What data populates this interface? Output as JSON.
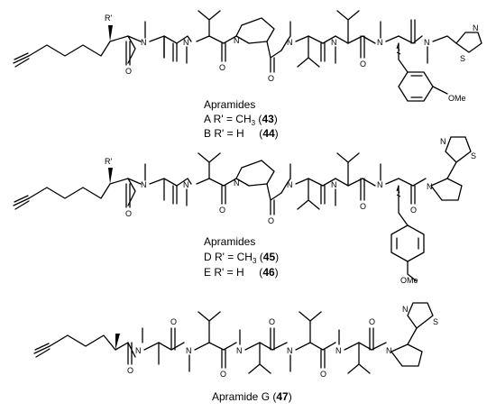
{
  "structures": [
    {
      "id": "apramides-ab",
      "caption": {
        "title": "Apramides",
        "line1": {
          "prefix": "A R' = CH",
          "sub": "3",
          "open": " (",
          "num": "43",
          "close": ")"
        },
        "line2": {
          "prefix": "B R' = H     (",
          "num": "44",
          "close": ")"
        }
      }
    },
    {
      "id": "apramides-de",
      "caption": {
        "title": "Apramides",
        "line1": {
          "prefix": "D R' = CH",
          "sub": "3",
          "open": " (",
          "num": "45",
          "close": ")"
        },
        "line2": {
          "prefix": "E R' = H     (",
          "num": "46",
          "close": ")"
        }
      }
    },
    {
      "id": "apramide-g",
      "caption": {
        "title": "Apramide G (",
        "num": "47",
        "close": ")"
      }
    }
  ],
  "atom_labels": {
    "N": "N",
    "O": "O",
    "S": "S",
    "R_prime": "R'",
    "OMe": "OMe"
  }
}
